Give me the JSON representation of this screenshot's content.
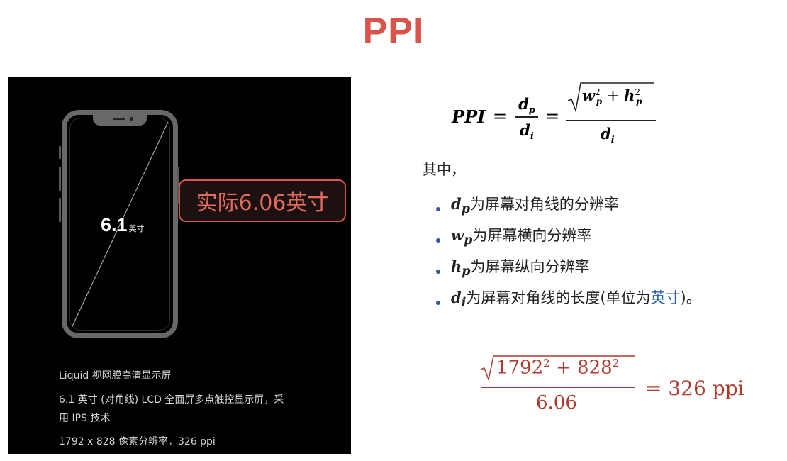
{
  "title": "PPI",
  "callout": "实际6.06英寸",
  "phone": {
    "size_num": "6.1",
    "size_unit": "英寸"
  },
  "specs": {
    "line1": "Liquid 视网膜高清显示屏",
    "line2": "6.1 英寸 (对角线) LCD 全面屏多点触控显示屏，采",
    "line3": "用 IPS 技术",
    "line4": "1792 x 828 像素分辨率，326 ppi"
  },
  "intro": "其中，",
  "bullets": [
    {
      "var": "d",
      "sub": "p",
      "text": "为屏幕对角线的分辨率"
    },
    {
      "var": "w",
      "sub": "p",
      "text": "为屏幕横向分辨率"
    },
    {
      "var": "h",
      "sub": "p",
      "text": "为屏幕纵向分辨率"
    },
    {
      "var": "d",
      "sub": "i",
      "text": "为屏幕对角线的长度(单位为",
      "link": "英寸",
      "tail": ")。"
    }
  ],
  "calc": {
    "a": "1792",
    "b": "828",
    "den": "6.06",
    "result": "= 326 ppi"
  },
  "colors": {
    "accent": "#d9534a",
    "link": "#2a5fb0",
    "calc": "#b03a2e"
  }
}
